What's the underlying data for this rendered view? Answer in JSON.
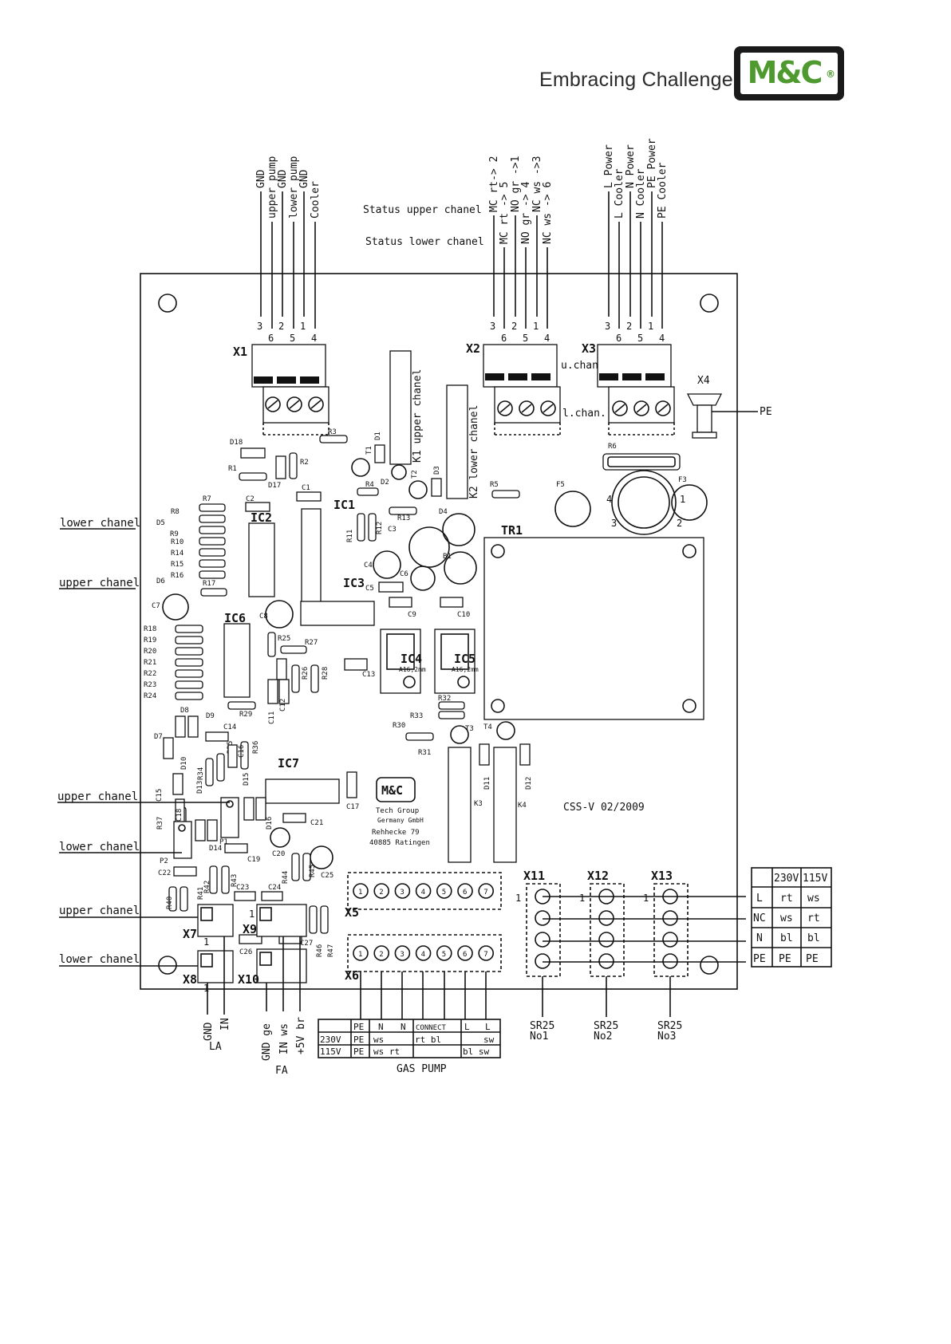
{
  "header": {
    "tagline": "Embracing Challenge",
    "logo_text": "M&C",
    "logo_reg": "®"
  },
  "x1_labels": [
    "GND",
    "upper pump",
    "GND",
    "lower pump",
    "GND",
    "Cooler"
  ],
  "x1_pins_top": [
    "3",
    "2",
    "1"
  ],
  "x1_pins_bot": [
    "6",
    "5",
    "4"
  ],
  "x2_labels": [
    "MC rt-> 2",
    "MC rt -> 5",
    "NO gr ->1",
    "NO gr -> 4",
    "NC ws ->3",
    "NC ws -> 6"
  ],
  "x2_pins_top": [
    "3",
    "2",
    "1"
  ],
  "x2_pins_bot": [
    "6",
    "5",
    "4"
  ],
  "x3_labels": [
    "L Power",
    "L Cooler",
    "N Power",
    "N Cooler",
    "PE Power",
    "PE Cooler"
  ],
  "x3_pins_top": [
    "3",
    "2",
    "1"
  ],
  "x3_pins_bot": [
    "6",
    "5",
    "4"
  ],
  "status_upper": "Status upper chanel",
  "status_lower": "Status lower chanel",
  "connectors": {
    "x1": "X1",
    "x2": "X2",
    "x3": "X3",
    "x4": "X4",
    "x5": "X5",
    "x6": "X6",
    "x7": "X7",
    "x8": "X8",
    "x9": "X9",
    "x10": "X10",
    "x11": "X11",
    "x12": "X12",
    "x13": "X13"
  },
  "u_chan": "u.chan.",
  "l_chan": "l.chan.",
  "pe_label": "PE",
  "relays": {
    "k1": "K1 upper chanel",
    "k2": "K2 lower chanel",
    "k3": "K3",
    "k4": "K4"
  },
  "ics": {
    "ic1": "IC1",
    "ic2": "IC2",
    "ic3": "IC3",
    "ic4": "IC4",
    "ic5": "IC5",
    "ic6": "IC6",
    "ic7": "IC7",
    "tr1": "TR1",
    "ic4_sub": "A16,2mm",
    "ic5_sub": "A16,2mm"
  },
  "side_labels": [
    "lower chanel",
    "upper chanel",
    "upper chanel",
    "lower chanel",
    "upper chanel",
    "lower chanel"
  ],
  "board_text": {
    "company": "Tech Group",
    "gmbh": "Germany GmbH",
    "street": "Rehhecke 79",
    "city": "40885 Ratingen",
    "logo": "M&C",
    "model": "CSS-V   02/2009"
  },
  "refs": {
    "r1": "R1",
    "r2": "R2",
    "r3": "R3",
    "r4": "R4",
    "r5": "R5",
    "r6": "R6",
    "r7": "R7",
    "r8": "R8",
    "r9": "R9",
    "r10": "R10",
    "r11": "R11",
    "r12": "R12",
    "r13": "R13",
    "r14": "R14",
    "r15": "R15",
    "r16": "R16",
    "r17": "R17",
    "r18": "R18",
    "r19": "R19",
    "r20": "R20",
    "r21": "R21",
    "r22": "R22",
    "r23": "R23",
    "r24": "R24",
    "r25": "R25",
    "r26": "R26",
    "r27": "R27",
    "r28": "R28",
    "r29": "R29",
    "r30": "R30",
    "r31": "R31",
    "r32": "R32",
    "r33": "R33",
    "r34": "R34",
    "r35": "R35",
    "r36": "R36",
    "r37": "R37",
    "r40": "R40",
    "r41": "R41",
    "r42": "R42",
    "r43": "R43",
    "r44": "R44",
    "r45": "R45",
    "r46": "R46",
    "r47": "R47",
    "c1": "C1",
    "c2": "C2",
    "c3": "C3",
    "c4": "C4",
    "c5": "C5",
    "c6": "C6",
    "c7": "C7",
    "c8": "C8",
    "c9": "C9",
    "c10": "C10",
    "c11": "C11",
    "c12": "C12",
    "c13": "C13",
    "c14": "C14",
    "c15": "C15",
    "c16": "C16",
    "c17": "C17",
    "c18": "C18",
    "c19": "C19",
    "c20": "C20",
    "c21": "C21",
    "c22": "C22",
    "c23": "C23",
    "c24": "C24",
    "c25": "C25",
    "c26": "C26",
    "c27": "C27",
    "d1": "D1",
    "d2": "D2",
    "d3": "D3",
    "d4": "D4",
    "d5": "D5",
    "d6": "D6",
    "d7": "D7",
    "d8": "D8",
    "d9": "D9",
    "d10": "D10",
    "d11": "D11",
    "d12": "D12",
    "d13": "D13",
    "d14": "D14",
    "d15": "D15",
    "d16": "D16",
    "d17": "D17",
    "d18": "D18",
    "t1": "T1",
    "t2": "T2",
    "t3": "T3",
    "t4": "T4",
    "f3": "F3",
    "f5": "F5",
    "b1": "B1",
    "p1": "P1",
    "p2": "P2"
  },
  "fa_labels": [
    "GND ge",
    "IN ws",
    "+5V br"
  ],
  "fa": "FA",
  "la_labels": [
    "GND",
    "IN"
  ],
  "la": "LA",
  "gas_pump": {
    "title": "GAS PUMP",
    "header": [
      "PE",
      "N",
      "N",
      "CONNECT",
      "L",
      "L"
    ],
    "row230": [
      "230V",
      "PE",
      "ws",
      "",
      "rt bl",
      "",
      "sw"
    ],
    "row115": [
      "115V",
      "PE",
      "ws rt",
      "",
      "",
      "bl sw"
    ]
  },
  "power_table": {
    "header": [
      "230V",
      "115V"
    ],
    "rows": [
      [
        "L",
        "rt",
        "ws"
      ],
      [
        "NC",
        "ws",
        "rt"
      ],
      [
        "N",
        "bl",
        "bl"
      ],
      [
        "PE",
        "PE",
        "PE"
      ]
    ]
  },
  "sr25": [
    [
      "SR25",
      "No1"
    ],
    [
      "SR25",
      "No2"
    ],
    [
      "SR25",
      "No3"
    ]
  ],
  "x5_pins": [
    "1",
    "2",
    "3",
    "4",
    "5",
    "6",
    "7"
  ],
  "pin1": "1"
}
